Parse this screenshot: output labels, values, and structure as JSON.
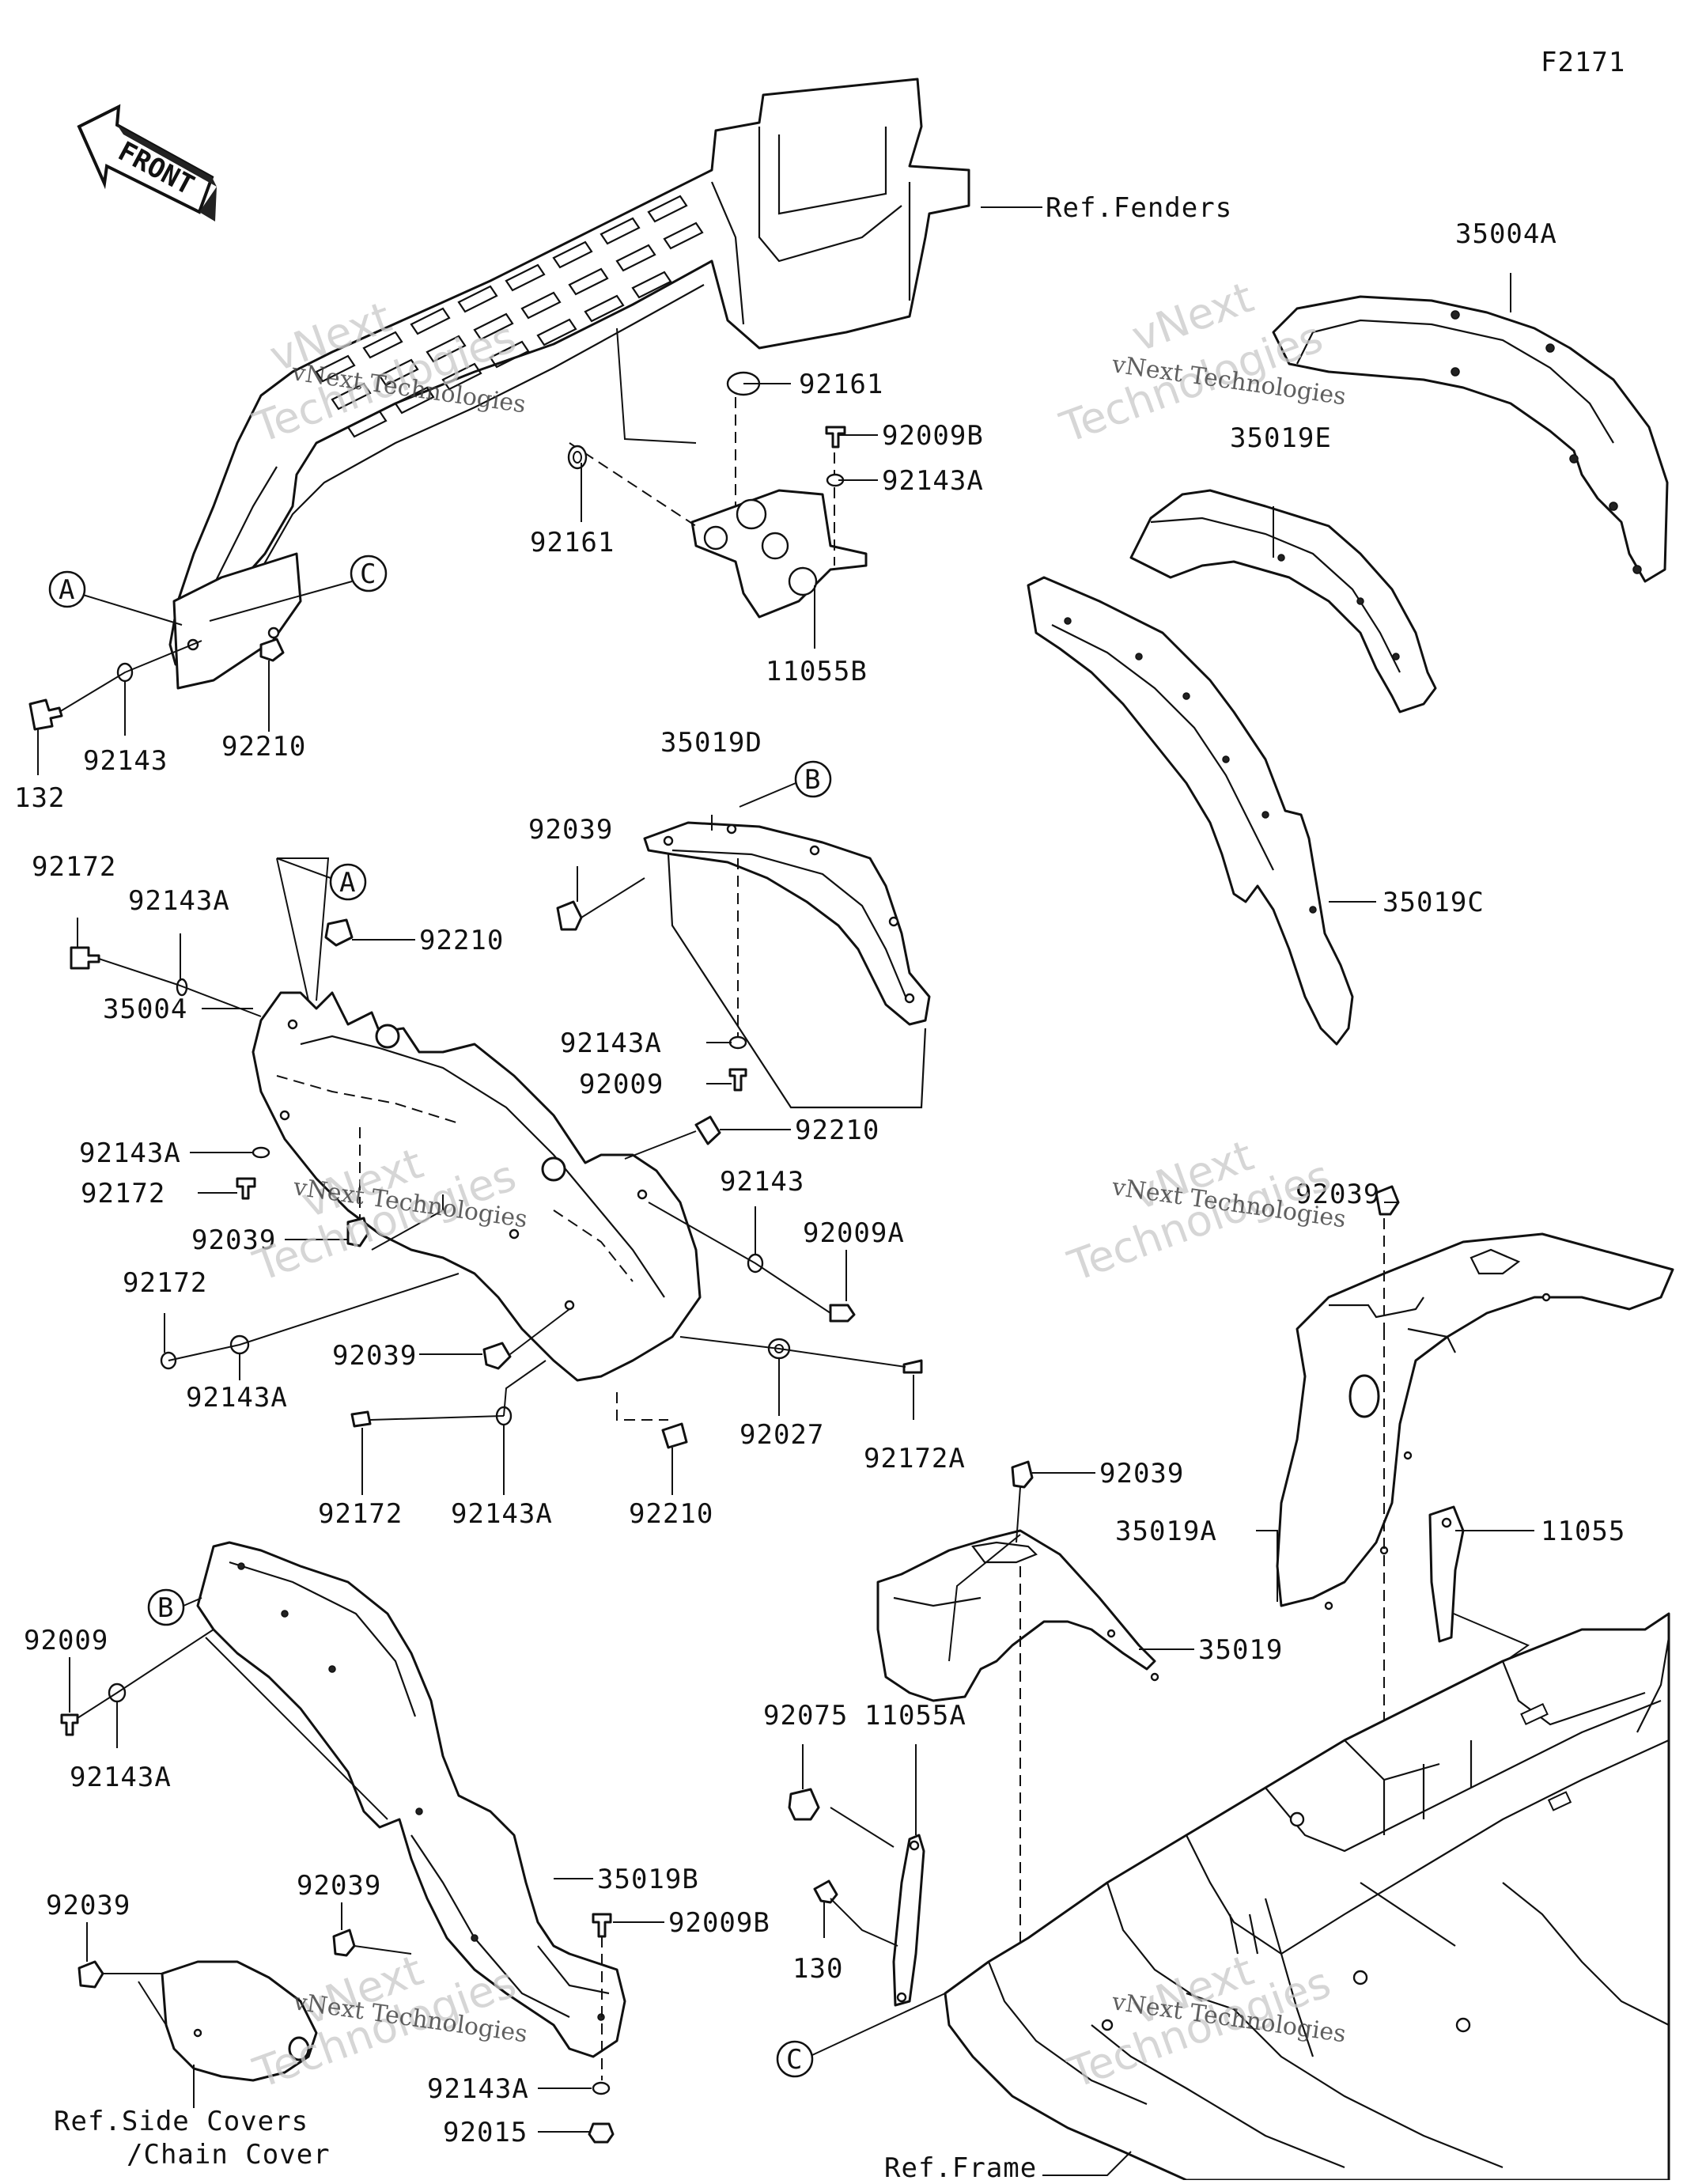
{
  "figure_code": "F2171",
  "front_arrow": {
    "label": "FRONT"
  },
  "references": {
    "fenders": "Ref.Fenders",
    "side_covers_line1": "Ref.Side Covers",
    "side_covers_line2": "/Chain Cover",
    "frame": "Ref.Frame"
  },
  "callouts": {
    "a": "A",
    "b": "B",
    "c": "C"
  },
  "watermark": {
    "line1": "vNext Technologies",
    "line2": "Technologies",
    "line3": "vNext"
  },
  "part_labels": [
    "92161",
    "92161",
    "92009B",
    "92143A",
    "11055B",
    "92143",
    "132",
    "92210",
    "35004A",
    "35019E",
    "35019C",
    "35019D",
    "92039",
    "92143A",
    "92009",
    "92172",
    "92143A",
    "92210",
    "35004",
    "92143A",
    "92172",
    "92039",
    "92210",
    "92143",
    "92009A",
    "92172",
    "92143A",
    "92039",
    "92027",
    "92172A",
    "92172",
    "92143A",
    "92210",
    "92039",
    "35019A",
    "92039",
    "11055",
    "35019",
    "92009",
    "92143A",
    "92075",
    "11055A",
    "130",
    "92039",
    "92039",
    "35019B",
    "92009B",
    "92143A",
    "92015"
  ]
}
